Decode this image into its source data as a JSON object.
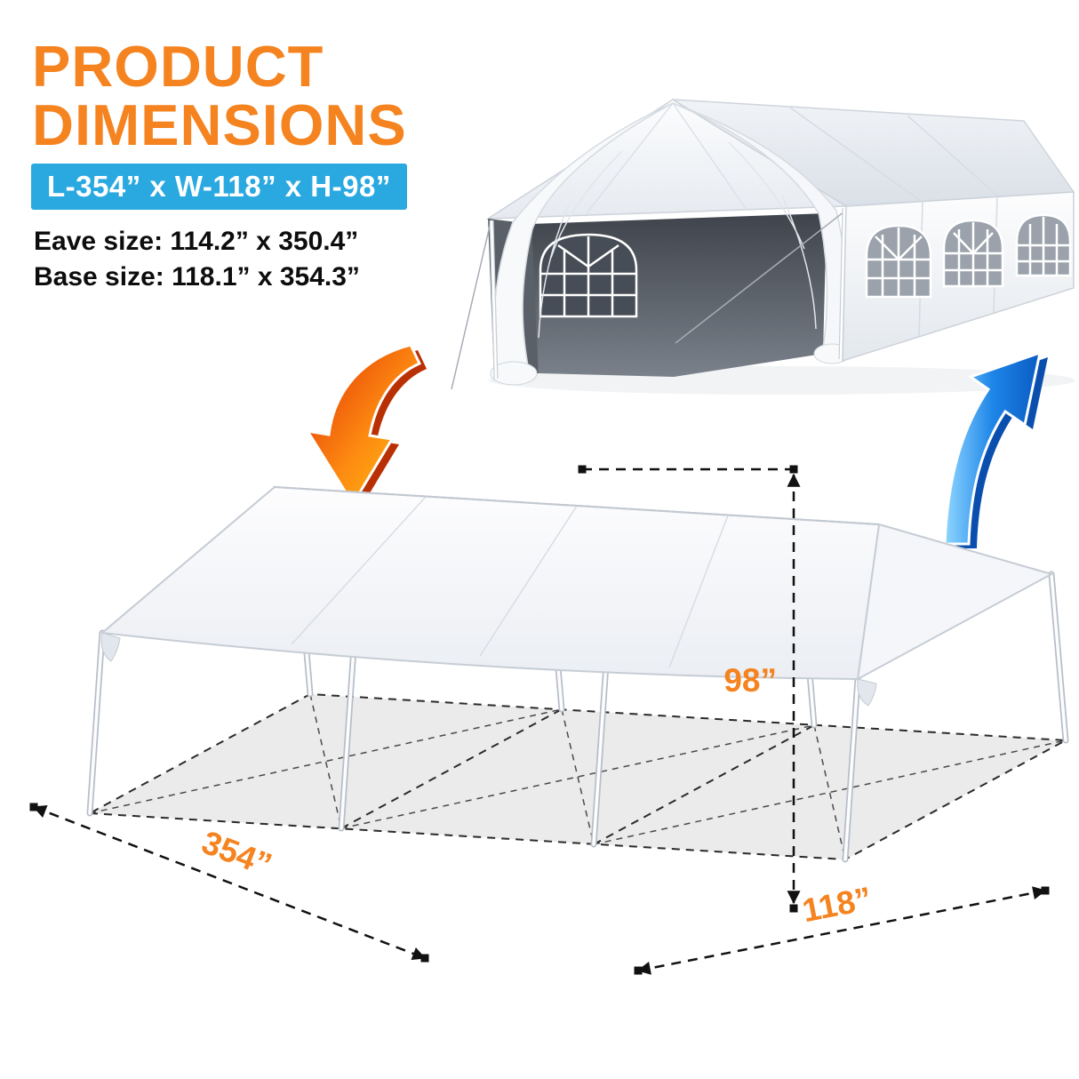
{
  "header": {
    "title_line1": "PRODUCT",
    "title_line2": "DIMENSIONS",
    "banner": "L-354” x W-118” x H-98”",
    "eave_size": "Eave size: 114.2” x 350.4”",
    "base_size": "Base size: 118.1” x 354.3”"
  },
  "dimensions": {
    "length_label": "354”",
    "width_label": "118”",
    "height_label": "98”"
  },
  "colors": {
    "accent_orange": "#F5831F",
    "banner_blue": "#2AA9E0",
    "text_black": "#0D0D0D",
    "floor_grey": "#E8E8E8"
  },
  "icons": {
    "red_arrow": "red-swoosh-arrow-down",
    "blue_arrow": "blue-swoosh-arrow-up"
  }
}
